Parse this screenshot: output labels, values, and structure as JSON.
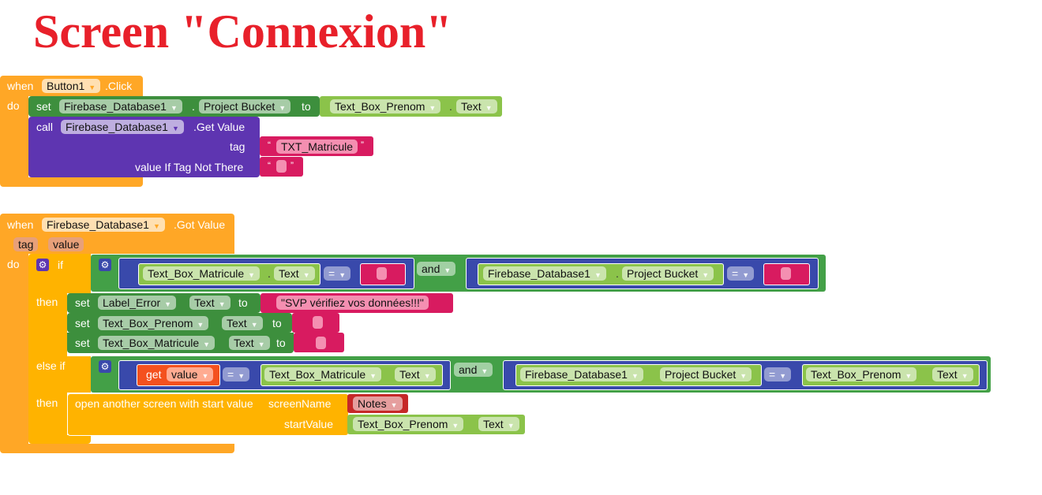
{
  "title": "Screen \"Connexion\"",
  "event1": {
    "when": "when",
    "component": "Button1",
    "event": ".Click",
    "do": "do",
    "set1": {
      "set": "set",
      "component": "Firebase_Database1",
      "dot": ".",
      "prop": "Project Bucket",
      "to": "to",
      "value_component": "Text_Box_Prenom",
      "value_prop": "Text"
    },
    "call": {
      "call": "call",
      "component": "Firebase_Database1",
      "method": ".Get Value",
      "tag_label": "tag",
      "tag_value": "TXT_Matricule",
      "default_label": "value If Tag Not There",
      "default_value": ""
    }
  },
  "event2": {
    "when": "when",
    "component": "Firebase_Database1",
    "event": ".Got Value",
    "params": [
      "tag",
      "value"
    ],
    "do": "do",
    "if": "if",
    "then": "then",
    "else_if": "else if",
    "and": "and",
    "eq": "=",
    "cond1": {
      "left_component": "Text_Box_Matricule",
      "left_prop": "Text",
      "right_component": "Firebase_Database1",
      "right_prop": "Project Bucket"
    },
    "then1": [
      {
        "set": "set",
        "component": "Label_Error",
        "prop": "Text",
        "to": "to",
        "value": "\"SVP vérifiez vos données!!!\""
      },
      {
        "set": "set",
        "component": "Text_Box_Prenom",
        "prop": "Text",
        "to": "to",
        "value": ""
      },
      {
        "set": "set",
        "component": "Text_Box_Matricule",
        "prop": "Text",
        "to": "to",
        "value": ""
      }
    ],
    "cond2": {
      "get": "get",
      "var": "value",
      "mid_component": "Text_Box_Matricule",
      "mid_prop": "Text",
      "right_component": "Firebase_Database1",
      "right_prop": "Project Bucket",
      "far_component": "Text_Box_Prenom",
      "far_prop": "Text"
    },
    "then2": {
      "label": "open another screen with start value",
      "screen_label": "screenName",
      "screen_value": "Notes",
      "start_label": "startValue",
      "start_component": "Text_Box_Prenom",
      "start_prop": "Text"
    }
  },
  "colors": {
    "event": "#FFA726",
    "control": "#FFB300",
    "setter": "#3D8F3D",
    "getter": "#8BC34A",
    "procedure": "#5E35B1",
    "text": "#D81B60",
    "logic": "#43A047",
    "compare": "#3949AB",
    "title": "#E8202A"
  },
  "dropdown_arrow": "▼",
  "quote_open": "“",
  "quote_close": "”"
}
